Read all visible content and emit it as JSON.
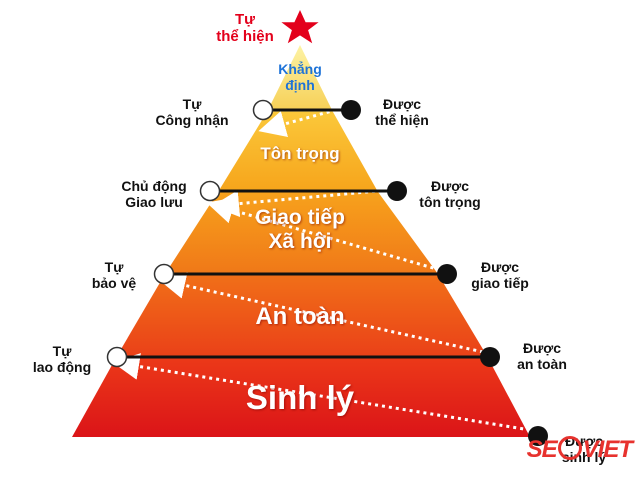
{
  "diagram": {
    "star_label": [
      "Tự",
      "thể hiện"
    ],
    "tip_label": [
      "Khẳng",
      "định"
    ],
    "tiers": [
      {
        "label": [
          "Tôn trọng"
        ]
      },
      {
        "label": [
          "Giao tiếp",
          "Xã hội"
        ]
      },
      {
        "label": [
          "An toàn"
        ]
      },
      {
        "label": [
          "Sinh lý"
        ]
      }
    ],
    "left_labels": [
      [
        "Tự",
        "Công nhận"
      ],
      [
        "Chủ động",
        "Giao lưu"
      ],
      [
        "Tự",
        "bảo vệ"
      ],
      [
        "Tự",
        "lao động"
      ]
    ],
    "right_labels": [
      [
        "Được",
        "thể hiện"
      ],
      [
        "Được",
        "tôn trọng"
      ],
      [
        "Được",
        "giao tiếp"
      ],
      [
        "Được",
        "an toàn"
      ],
      [
        "Được",
        "sinh lý"
      ]
    ],
    "colors": {
      "tip": "#f8e070",
      "tier_1": "#f9b21a",
      "tier_2": "#f38a18",
      "tier_3": "#ee5418",
      "tier_4": "#e01e18",
      "star": "#e3001b",
      "tip_text": "#1e73d8",
      "arrow": "#111111",
      "dotted": "#ffffff"
    }
  },
  "watermark": {
    "text_left": "SE",
    "text_right": "VIET"
  }
}
